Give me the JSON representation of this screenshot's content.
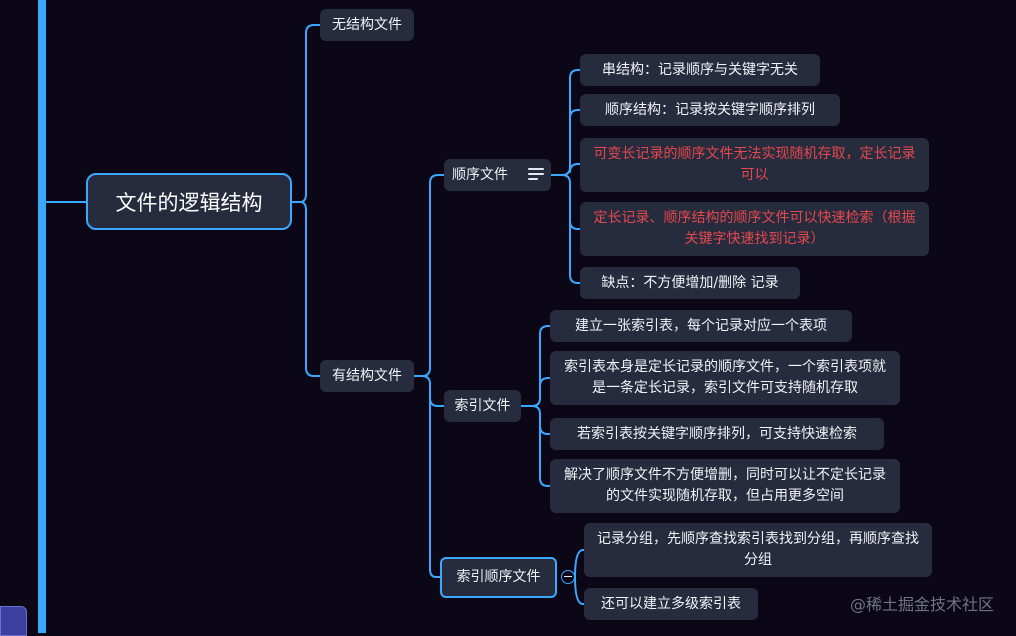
{
  "root": {
    "label": "文件的逻辑结构"
  },
  "unstructured": {
    "label": "无结构文件"
  },
  "structured": {
    "label": "有结构文件"
  },
  "sequential": {
    "label": "顺序文件",
    "items": [
      "串结构：记录顺序与关键字无关",
      "顺序结构：记录按关键字顺序排列",
      "可变长记录的顺序文件无法实现随机存取，定长记录可以",
      "定长记录、顺序结构的顺序文件可以快速检索（根据关键字快速找到记录）",
      "缺点：不方便增加/删除 记录"
    ]
  },
  "indexed": {
    "label": "索引文件",
    "items": [
      "建立一张索引表，每个记录对应一个表项",
      "索引表本身是定长记录的顺序文件，一个索引表项就是一条定长记录，索引文件可支持随机存取",
      "若索引表按关键字顺序排列，可支持快速检索",
      "解决了顺序文件不方便增删，同时可以让不定长记录的文件实现随机存取，但占用更多空间"
    ]
  },
  "indexed_sequential": {
    "label": "索引顺序文件",
    "items": [
      "记录分组，先顺序查找索引表找到分组，再顺序查找分组",
      "还可以建立多级索引表"
    ]
  },
  "watermark": "@稀土掘金技术社区",
  "colors": {
    "background": "#0b0717",
    "node": "#262b3d",
    "line": "#3aa8ff",
    "alert_text": "#e5484d"
  }
}
